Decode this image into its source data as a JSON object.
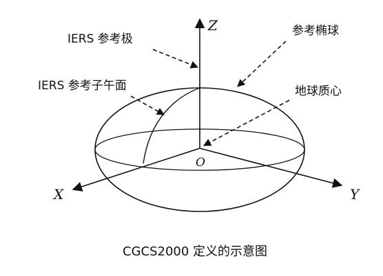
{
  "labels": {
    "iers_pole": "IERS 参考极",
    "iers_meridian": "IERS 参考子午面",
    "ellipsoid": "参考椭球",
    "geocenter": "地球质心"
  },
  "axes": {
    "z": "Z",
    "x": "X",
    "y": "Y",
    "origin": "O"
  },
  "caption": "CGCS2000 定义的示意图",
  "colors": {
    "ink": "#111111",
    "background": "#ffffff"
  }
}
